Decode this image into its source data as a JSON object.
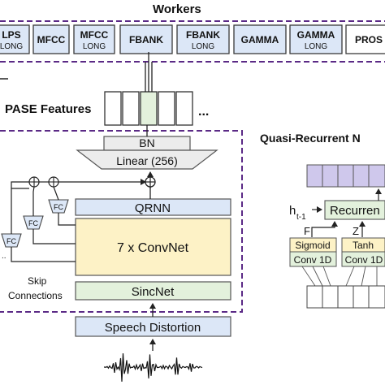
{
  "colors": {
    "worker_fill": "#dce7f7",
    "worker_border": "#3a3a3a",
    "dashed_purple": "#5b2a86",
    "feature_green": "#e3f1dc",
    "sincnet_fill": "#e3f1dc",
    "convnet_fill": "#fdf2c6",
    "qrnn_fill": "#dce7f7",
    "bn_fill": "#ececec",
    "qrnn_top_fill": "#cfc8ec",
    "recurrent_fill": "#e3f1dc",
    "gate_fill": "#fdf2c6"
  },
  "workers": {
    "title": "Workers",
    "items": [
      {
        "line1": "LPS",
        "line2": "LONG"
      },
      {
        "line1": "MFCC",
        "line2": ""
      },
      {
        "line1": "MFCC",
        "line2": "LONG"
      },
      {
        "line1": "FBANK",
        "line2": ""
      },
      {
        "line1": "FBANK",
        "line2": "LONG"
      },
      {
        "line1": "GAMMA",
        "line2": ""
      },
      {
        "line1": "GAMMA",
        "line2": "LONG"
      },
      {
        "line1": "PROS",
        "line2": ""
      }
    ]
  },
  "pase_features": {
    "label": "PASE Features",
    "ellipsis": "..."
  },
  "encoder": {
    "bn": "BN",
    "linear": "Linear (256)",
    "qrnn": "QRNN",
    "convnet": "7 x ConvNet",
    "sincnet": "SincNet",
    "fc_labels": [
      "FC",
      "FC",
      "FC"
    ],
    "skip_line1": "Skip",
    "skip_line2": "Connections",
    "dots": ".."
  },
  "distortion": {
    "label": "Speech Distortion"
  },
  "qrnn_detail": {
    "title": "Quasi-Recurrent N",
    "h_label": "h",
    "h_sub": "t-1",
    "recurrent": "Recurren",
    "f_label": "F",
    "z_label": "Z",
    "sigmoid": "Sigmoid",
    "tanh": "Tanh",
    "conv1": "Conv 1D",
    "conv2": "Conv 1D"
  }
}
